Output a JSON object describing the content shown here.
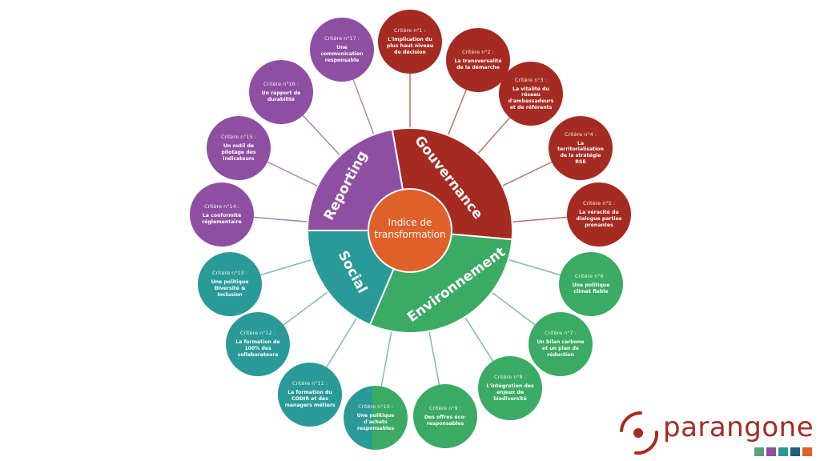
{
  "center_label": [
    "Indice de",
    "transformation"
  ],
  "pillars": [
    {
      "name": "Gouvernance",
      "color": "#a52a22"
    },
    {
      "name": "Environnement",
      "color": "#3aaa64"
    },
    {
      "name": "Social",
      "color": "#2a9a98"
    },
    {
      "name": "Reporting",
      "color": "#8e4fa3"
    }
  ],
  "center_color": "#e0602a",
  "criteria": [
    {
      "label": "Critère n°1 :",
      "text": "L'implication du plus haut niveau de décision",
      "pillar": 0
    },
    {
      "label": "Critère n°2 :",
      "text": "La transversalité de la démarche",
      "pillar": 0
    },
    {
      "label": "Critère n°3 :",
      "text": "La vitalité du réseau d'ambassadeurs et de référents",
      "pillar": 0
    },
    {
      "label": "Critère n°4 :",
      "text": "La territorialisation de la stratégie RSE",
      "pillar": 0
    },
    {
      "label": "Critère n°5 :",
      "text": "La véracité du dialogue parties prenantes",
      "pillar": 0
    },
    {
      "label": "Critère n°6 :",
      "text": "Une politique climat fiable",
      "pillar": 1
    },
    {
      "label": "Critère n°7 :",
      "text": "Un bilan carbone et un plan de réduction",
      "pillar": 1
    },
    {
      "label": "Critère n°8 :",
      "text": "L'intégration des enjeux de biodiversité",
      "pillar": 1
    },
    {
      "label": "Critère n°9 :",
      "text": "Des offres éco-responsables",
      "pillar": 1
    },
    {
      "label": "Critère n°10 :",
      "text": "Une politique d'achats responsables",
      "pillar": "split"
    },
    {
      "label": "Critère n°11 :",
      "text": "La formation du CODIR et des managers métiers",
      "pillar": 2
    },
    {
      "label": "Critère n°12 :",
      "text": "La formation de 100% des collaborateurs",
      "pillar": 2
    },
    {
      "label": "Critère n°13 :",
      "text": "Une politique Diversité & Inclusion",
      "pillar": 2
    },
    {
      "label": "Critère n°14 :",
      "text": "La conformité réglementaire",
      "pillar": 3
    },
    {
      "label": "Critère n°15 :",
      "text": "Un outil de pilotage des indicateurs",
      "pillar": 3
    },
    {
      "label": "Critère n°16 :",
      "text": "Un rapport de durabilité",
      "pillar": 3
    },
    {
      "label": "Critère n°17 :",
      "text": "Une communication responsable",
      "pillar": 3
    }
  ],
  "logo": {
    "text": "parangone",
    "colors": [
      "#5e9e78",
      "#8e4fa3",
      "#2a9a98",
      "#1f5f7f",
      "#e0602a"
    ]
  }
}
